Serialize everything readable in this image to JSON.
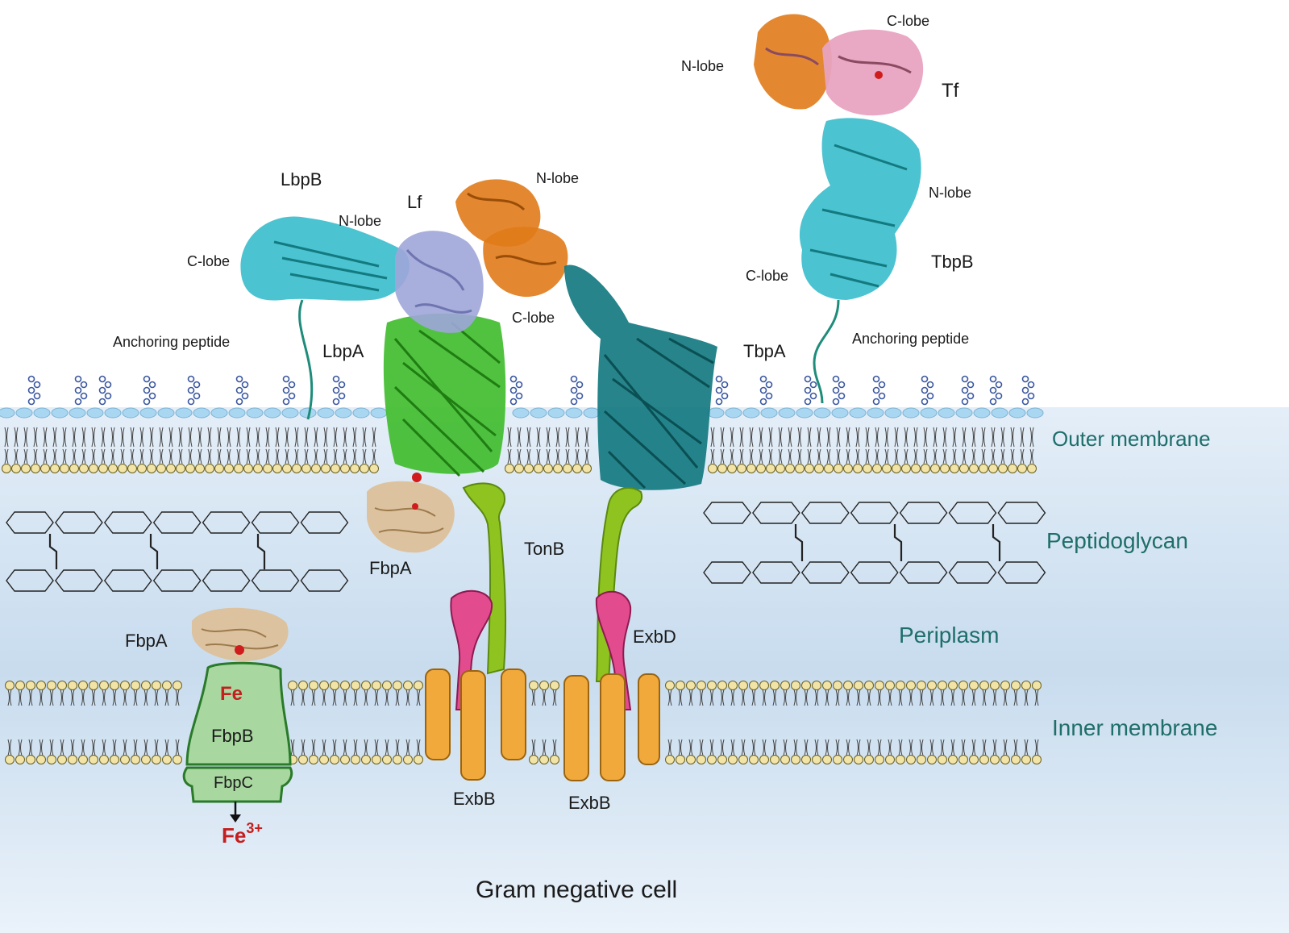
{
  "regions": {
    "outer_membrane": "Outer membrane",
    "peptidoglycan": "Peptidoglycan",
    "periplasm": "Periplasm",
    "inner_membrane": "Inner membrane",
    "cell": "Gram negative cell"
  },
  "lbp_complex": {
    "lbpb": "LbpB",
    "lbpb_nlobe": "N-lobe",
    "lbpb_clobe": "C-lobe",
    "anchor": "Anchoring peptide",
    "lf": "Lf",
    "lf_nlobe": "N-lobe",
    "lf_clobe": "C-lobe",
    "lbpa": "LbpA"
  },
  "tbp_complex": {
    "tf_clobe": "C-lobe",
    "tf_nlobe": "N-lobe",
    "tf": "Tf",
    "tbpb_nlobe": "N-lobe",
    "tbpb": "TbpB",
    "tbpb_clobe": "C-lobe",
    "anchor": "Anchoring peptide",
    "tbpa": "TbpA"
  },
  "periplasmic": {
    "fbpa_top": "FbpA",
    "fbpa_bottom": "FbpA",
    "tonb": "TonB",
    "exbd": "ExbD",
    "exbb_left": "ExbB",
    "exbb_right": "ExbB"
  },
  "transporter": {
    "fe": "Fe",
    "fbpb": "FbpB",
    "fbpc": "FbpC",
    "fe3_base": "Fe",
    "fe3_sup": "3+"
  },
  "colors": {
    "teal_label": "#1e6e6a",
    "cyan_protein": "#2bb8c8",
    "dark_teal_protein": "#137a80",
    "green_protein": "#3dbb2a",
    "orange_protein": "#e07b1a",
    "lavender_protein": "#9ea6d9",
    "pink_protein": "#e8a3c0",
    "tan_protein": "#dcc09a",
    "lipid_head": "#f2e4a6",
    "exbb": "#f2a93b",
    "exbd": "#e24c8e",
    "tonb": "#8fc31f",
    "fbpbc": "#a8d8a0",
    "fe_red": "#c41e1e"
  }
}
